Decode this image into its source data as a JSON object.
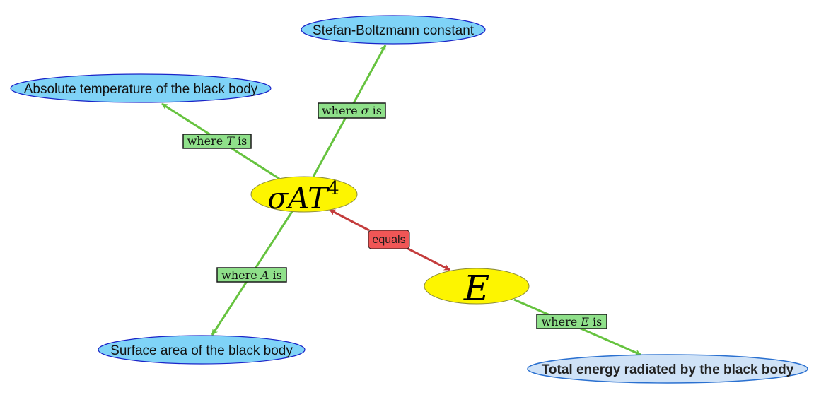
{
  "diagram": {
    "nodes": {
      "stefan": "Stefan-Boltzmann constant",
      "temperature": "Absolute temperature of the black body",
      "area": "Surface area of the black body",
      "energy_total": "Total energy radiated by the black body",
      "formula": {
        "base": "σAT",
        "exponent": "4"
      },
      "energy_symbol": "E"
    },
    "edges": {
      "sigma_label": {
        "prefix": "where ",
        "var": "σ",
        "suffix": " is"
      },
      "t_label": {
        "prefix": "where ",
        "var": "T",
        "suffix": " is"
      },
      "a_label": {
        "prefix": "where ",
        "var": "A",
        "suffix": " is"
      },
      "e_label": {
        "prefix": "where ",
        "var": "E",
        "suffix": " is"
      },
      "equals_label": "equals"
    },
    "colors": {
      "green_edge": "#66c33f",
      "red_edge": "#c43c3c",
      "blue_node_fill": "#7fd3f7",
      "blue_node_stroke": "#1a24c8",
      "light_blue_fill": "#cfe2f7",
      "light_blue_stroke": "#2a70d0",
      "yellow_fill": "#fdf500",
      "green_label_fill": "#8fe08a",
      "red_label_fill": "#f05656"
    }
  }
}
